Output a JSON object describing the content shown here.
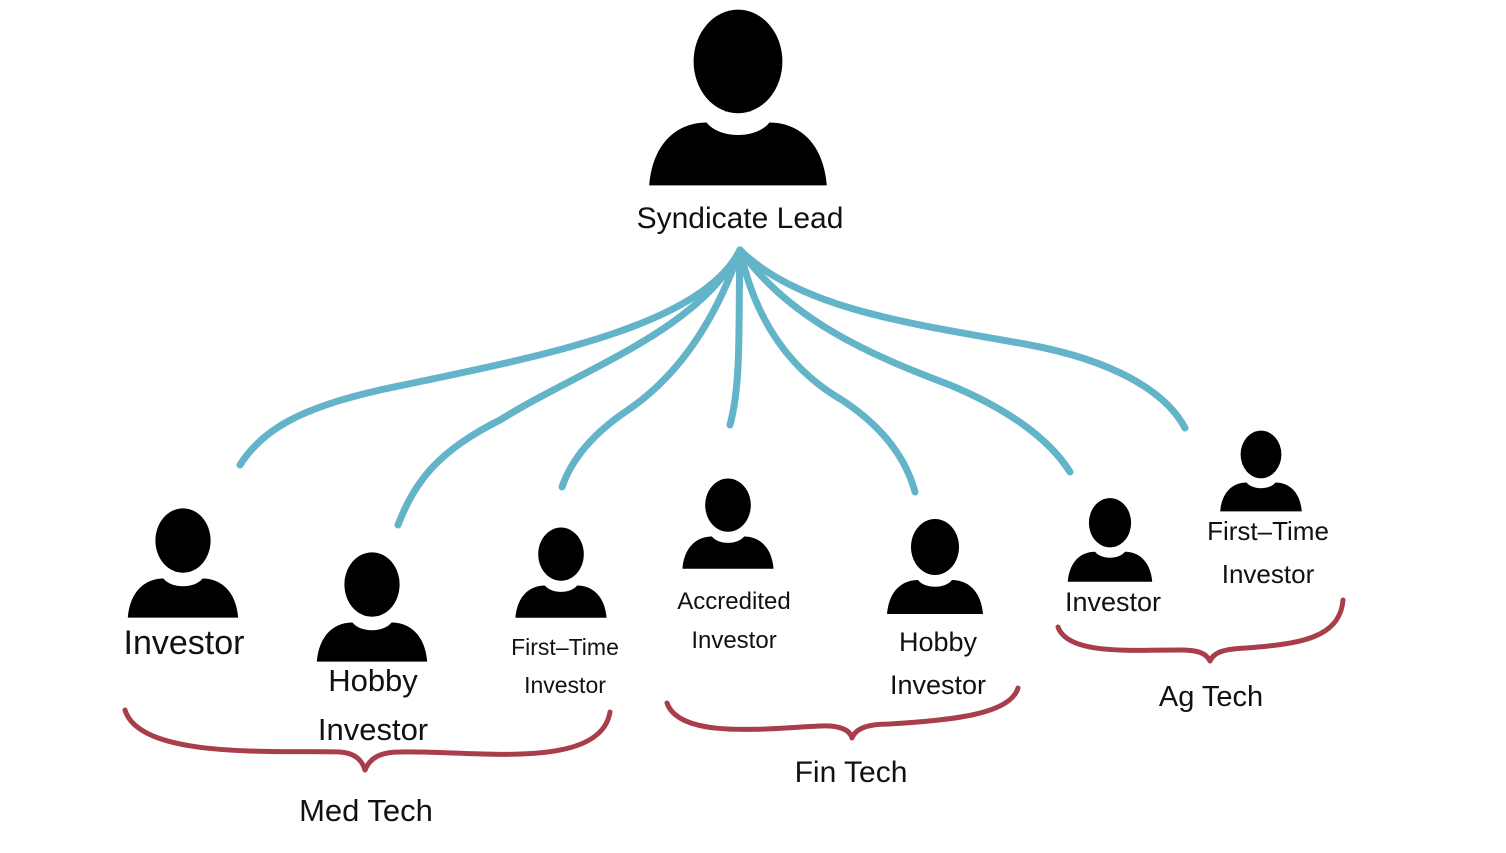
{
  "colors": {
    "connector": "#63b4c9",
    "brace": "#a83e4b",
    "icon": "#000000",
    "text": "#111111"
  },
  "lead": {
    "icon": "person-icon",
    "label": "Syndicate Lead"
  },
  "investors": [
    {
      "icon": "person-icon",
      "lines": [
        "Investor"
      ],
      "group": "Med Tech"
    },
    {
      "icon": "person-icon",
      "lines": [
        "Hobby",
        "Investor"
      ],
      "group": "Med Tech"
    },
    {
      "icon": "person-icon",
      "lines": [
        "First–Time",
        "Investor"
      ],
      "group": "Med Tech"
    },
    {
      "icon": "person-icon",
      "lines": [
        "Accredited",
        "Investor"
      ],
      "group": "Fin Tech"
    },
    {
      "icon": "person-icon",
      "lines": [
        "Hobby",
        "Investor"
      ],
      "group": "Fin Tech"
    },
    {
      "icon": "person-icon",
      "lines": [
        "Investor"
      ],
      "group": "Ag Tech"
    },
    {
      "icon": "person-icon",
      "lines": [
        "First–Time",
        "Investor"
      ],
      "group": "Ag Tech"
    }
  ],
  "groups": [
    {
      "label": "Med Tech"
    },
    {
      "label": "Fin Tech"
    },
    {
      "label": "Ag Tech"
    }
  ]
}
